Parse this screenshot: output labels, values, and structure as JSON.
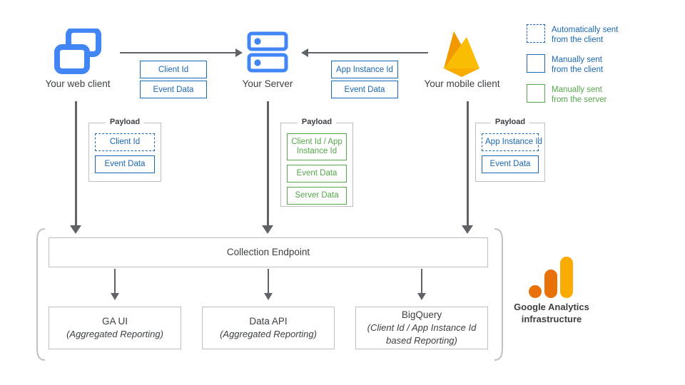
{
  "diagram": {
    "title": "Google Analytics data collection architecture"
  },
  "nodes": [
    {
      "id": "web-client",
      "label": "Your web client",
      "icon": "browser-windows-icon"
    },
    {
      "id": "server",
      "label": "Your Server",
      "icon": "server-rack-icon"
    },
    {
      "id": "mobile-client",
      "label": "Your mobile client",
      "icon": "firebase-flame-icon"
    }
  ],
  "transports": [
    {
      "id": "web-to-server",
      "direction": "right",
      "chips": [
        "Client Id",
        "Event Data"
      ]
    },
    {
      "id": "mobile-to-server",
      "direction": "left",
      "chips": [
        "App Instance Id",
        "Event Data"
      ]
    }
  ],
  "payloads": [
    {
      "id": "web-payload",
      "title": "Payload",
      "items": [
        {
          "text": "Client Id",
          "style": "blue-dashed"
        },
        {
          "text": "Event Data",
          "style": "blue-solid"
        }
      ]
    },
    {
      "id": "server-payload",
      "title": "Payload",
      "items": [
        {
          "text": "Client Id /\nApp Instance Id",
          "style": "green-solid"
        },
        {
          "text": "Event Data",
          "style": "green-solid"
        },
        {
          "text": "Server Data",
          "style": "green-solid"
        }
      ]
    },
    {
      "id": "mobile-payload",
      "title": "Payload",
      "items": [
        {
          "text": "App Instance Id",
          "style": "blue-dashed"
        },
        {
          "text": "Event Data",
          "style": "blue-solid"
        }
      ]
    }
  ],
  "infrastructure": {
    "caption": "Google Analytics\ninfrastructure",
    "logo_icon": "google-analytics-logo",
    "collection_endpoint": "Collection Endpoint",
    "destinations": [
      {
        "id": "ga-ui",
        "title": "GA UI",
        "subtitle": "(Aggregated Reporting)"
      },
      {
        "id": "data-api",
        "title": "Data API",
        "subtitle": "(Aggregated Reporting)"
      },
      {
        "id": "bigquery",
        "title": "BigQuery",
        "subtitle": "(Client Id / App Instance Id\nbased Reporting)"
      }
    ]
  },
  "legend": [
    {
      "id": "auto-client",
      "swatch": "dashed-blue",
      "text": "Automatically sent\nfrom the client",
      "color": "#1a67b3"
    },
    {
      "id": "manual-client",
      "swatch": "solid-blue",
      "text": "Manually sent\nfrom the client",
      "color": "#1a67b3"
    },
    {
      "id": "manual-server",
      "swatch": "solid-green",
      "text": "Manually sent\nfrom the server",
      "color": "#56a64b"
    }
  ],
  "colors": {
    "blue": "#1a67b3",
    "icon_blue": "#4285f4",
    "green": "#56a64b",
    "gray": "#5f6368",
    "border_gray": "#bdc1c6",
    "ga_orange_dark": "#e8710a",
    "ga_orange_light": "#f9ab00"
  }
}
